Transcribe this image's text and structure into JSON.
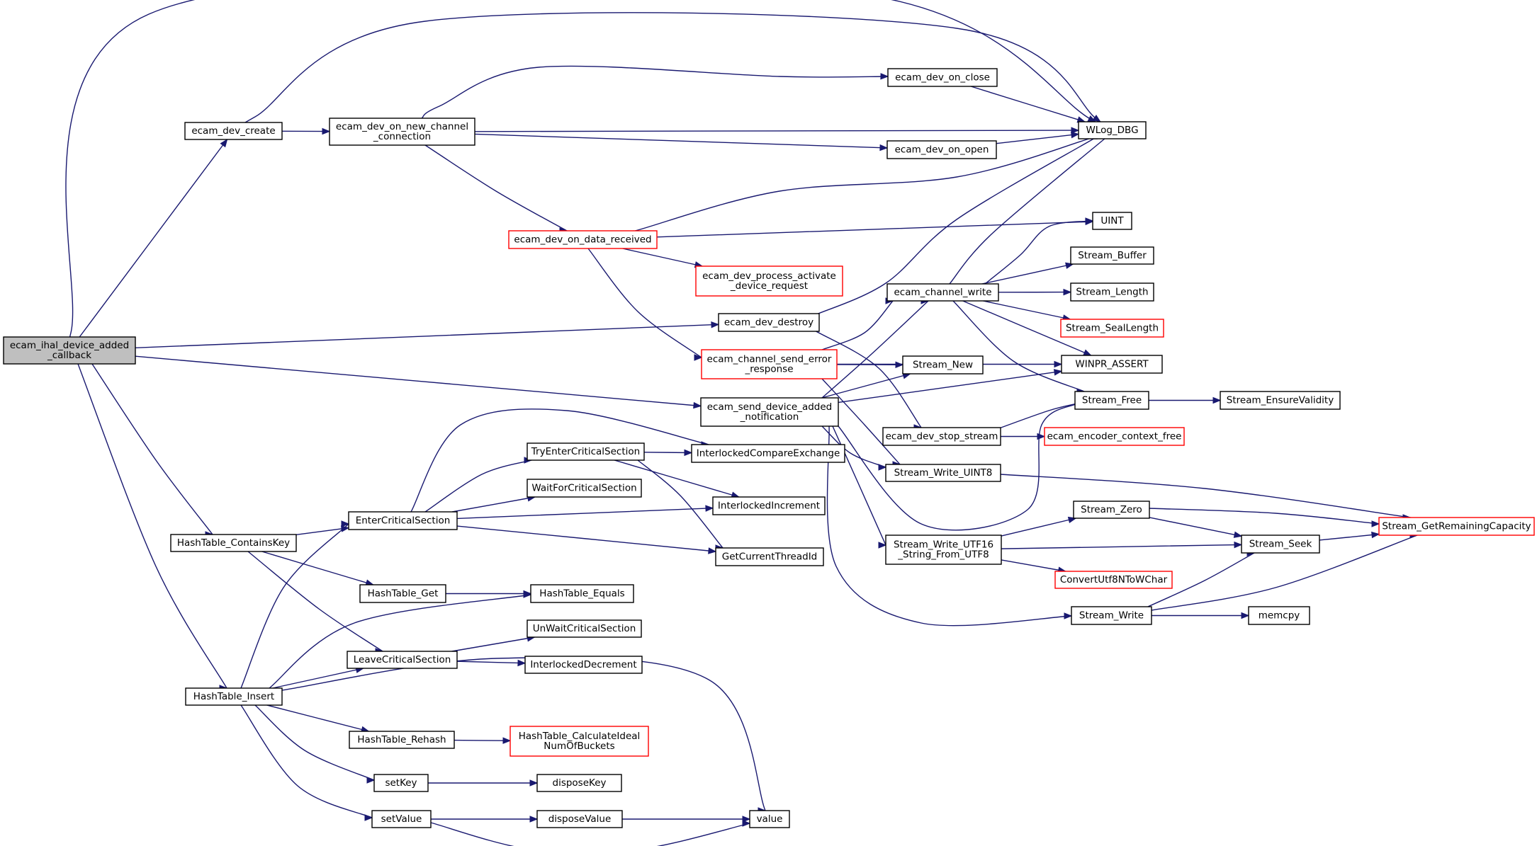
{
  "diagram": {
    "colors": {
      "edge": "#191970",
      "root_fill": "#bfbfbf",
      "node_border": "#000000",
      "truncated_border": "#ff0000"
    },
    "nodes": [
      {
        "id": "root",
        "lines": [
          "ecam_ihal_device_added",
          "_callback"
        ],
        "style": "root"
      },
      {
        "id": "dev_create",
        "lines": [
          "ecam_dev_create"
        ],
        "style": "normal"
      },
      {
        "id": "new_channel",
        "lines": [
          "ecam_dev_on_new_channel",
          "_connection"
        ],
        "style": "normal"
      },
      {
        "id": "on_close",
        "lines": [
          "ecam_dev_on_close"
        ],
        "style": "normal"
      },
      {
        "id": "on_open",
        "lines": [
          "ecam_dev_on_open"
        ],
        "style": "normal"
      },
      {
        "id": "wlog",
        "lines": [
          "WLog_DBG"
        ],
        "style": "normal"
      },
      {
        "id": "data_received",
        "lines": [
          "ecam_dev_on_data_received"
        ],
        "style": "truncated"
      },
      {
        "id": "uint",
        "lines": [
          "UINT"
        ],
        "style": "normal"
      },
      {
        "id": "process_activate",
        "lines": [
          "ecam_dev_process_activate",
          "_device_request"
        ],
        "style": "truncated"
      },
      {
        "id": "stream_buffer",
        "lines": [
          "Stream_Buffer"
        ],
        "style": "normal"
      },
      {
        "id": "channel_write",
        "lines": [
          "ecam_channel_write"
        ],
        "style": "normal"
      },
      {
        "id": "stream_length",
        "lines": [
          "Stream_Length"
        ],
        "style": "normal"
      },
      {
        "id": "dev_destroy",
        "lines": [
          "ecam_dev_destroy"
        ],
        "style": "normal"
      },
      {
        "id": "seal_length",
        "lines": [
          "Stream_SealLength"
        ],
        "style": "truncated"
      },
      {
        "id": "send_error",
        "lines": [
          "ecam_channel_send_error",
          "_response"
        ],
        "style": "truncated"
      },
      {
        "id": "stream_new",
        "lines": [
          "Stream_New"
        ],
        "style": "normal"
      },
      {
        "id": "winpr_assert",
        "lines": [
          "WINPR_ASSERT"
        ],
        "style": "normal"
      },
      {
        "id": "stream_free",
        "lines": [
          "Stream_Free"
        ],
        "style": "normal"
      },
      {
        "id": "ensure_validity",
        "lines": [
          "Stream_EnsureValidity"
        ],
        "style": "normal"
      },
      {
        "id": "send_added",
        "lines": [
          "ecam_send_device_added",
          "_notification"
        ],
        "style": "normal"
      },
      {
        "id": "stop_stream",
        "lines": [
          "ecam_dev_stop_stream"
        ],
        "style": "normal"
      },
      {
        "id": "encoder_free",
        "lines": [
          "ecam_encoder_context_free"
        ],
        "style": "truncated"
      },
      {
        "id": "try_enter",
        "lines": [
          "TryEnterCriticalSection"
        ],
        "style": "normal"
      },
      {
        "id": "ilk_cmpxchg",
        "lines": [
          "InterlockedCompareExchange"
        ],
        "style": "normal"
      },
      {
        "id": "write_uint8",
        "lines": [
          "Stream_Write_UINT8"
        ],
        "style": "normal"
      },
      {
        "id": "wait_cs",
        "lines": [
          "WaitForCriticalSection"
        ],
        "style": "normal"
      },
      {
        "id": "ilk_inc",
        "lines": [
          "InterlockedIncrement"
        ],
        "style": "normal"
      },
      {
        "id": "enter_cs",
        "lines": [
          "EnterCriticalSection"
        ],
        "style": "normal"
      },
      {
        "id": "stream_zero",
        "lines": [
          "Stream_Zero"
        ],
        "style": "normal"
      },
      {
        "id": "remaining_cap",
        "lines": [
          "Stream_GetRemainingCapacity"
        ],
        "style": "truncated"
      },
      {
        "id": "contains_key",
        "lines": [
          "HashTable_ContainsKey"
        ],
        "style": "normal"
      },
      {
        "id": "write_utf16",
        "lines": [
          "Stream_Write_UTF16",
          "_String_From_UTF8"
        ],
        "style": "normal"
      },
      {
        "id": "stream_seek",
        "lines": [
          "Stream_Seek"
        ],
        "style": "normal"
      },
      {
        "id": "get_thread",
        "lines": [
          "GetCurrentThreadId"
        ],
        "style": "normal"
      },
      {
        "id": "hash_get",
        "lines": [
          "HashTable_Get"
        ],
        "style": "normal"
      },
      {
        "id": "convert_utf8",
        "lines": [
          "ConvertUtf8NToWChar"
        ],
        "style": "truncated"
      },
      {
        "id": "hash_equals",
        "lines": [
          "HashTable_Equals"
        ],
        "style": "normal"
      },
      {
        "id": "stream_write",
        "lines": [
          "Stream_Write"
        ],
        "style": "normal"
      },
      {
        "id": "memcpy",
        "lines": [
          "memcpy"
        ],
        "style": "normal"
      },
      {
        "id": "unwait_cs",
        "lines": [
          "UnWaitCriticalSection"
        ],
        "style": "normal"
      },
      {
        "id": "leave_cs",
        "lines": [
          "LeaveCriticalSection"
        ],
        "style": "normal"
      },
      {
        "id": "ilk_dec",
        "lines": [
          "InterlockedDecrement"
        ],
        "style": "normal"
      },
      {
        "id": "hash_insert",
        "lines": [
          "HashTable_Insert"
        ],
        "style": "normal"
      },
      {
        "id": "rehash",
        "lines": [
          "HashTable_Rehash"
        ],
        "style": "normal"
      },
      {
        "id": "calc_buckets",
        "lines": [
          "HashTable_CalculateIdeal",
          "NumOfBuckets"
        ],
        "style": "truncated"
      },
      {
        "id": "set_key",
        "lines": [
          "setKey"
        ],
        "style": "normal"
      },
      {
        "id": "dispose_key",
        "lines": [
          "disposeKey"
        ],
        "style": "normal"
      },
      {
        "id": "set_value",
        "lines": [
          "setValue"
        ],
        "style": "normal"
      },
      {
        "id": "dispose_value",
        "lines": [
          "disposeValue"
        ],
        "style": "normal"
      },
      {
        "id": "value",
        "lines": [
          "value"
        ],
        "style": "normal"
      }
    ],
    "edges": [
      [
        "root",
        "wlog"
      ],
      [
        "root",
        "dev_create"
      ],
      [
        "root",
        "dev_destroy"
      ],
      [
        "root",
        "send_added"
      ],
      [
        "root",
        "contains_key"
      ],
      [
        "root",
        "hash_insert"
      ],
      [
        "dev_create",
        "wlog"
      ],
      [
        "dev_create",
        "new_channel"
      ],
      [
        "new_channel",
        "on_close"
      ],
      [
        "new_channel",
        "wlog"
      ],
      [
        "new_channel",
        "on_open"
      ],
      [
        "new_channel",
        "data_received"
      ],
      [
        "on_close",
        "wlog"
      ],
      [
        "on_open",
        "wlog"
      ],
      [
        "data_received",
        "wlog"
      ],
      [
        "data_received",
        "uint"
      ],
      [
        "data_received",
        "process_activate"
      ],
      [
        "data_received",
        "send_error"
      ],
      [
        "dev_destroy",
        "wlog"
      ],
      [
        "dev_destroy",
        "stop_stream"
      ],
      [
        "send_error",
        "channel_write"
      ],
      [
        "send_error",
        "stream_new"
      ],
      [
        "send_error",
        "winpr_assert"
      ],
      [
        "send_error",
        "write_uint8"
      ],
      [
        "channel_write",
        "wlog"
      ],
      [
        "channel_write",
        "uint"
      ],
      [
        "channel_write",
        "stream_buffer"
      ],
      [
        "channel_write",
        "stream_length"
      ],
      [
        "channel_write",
        "seal_length"
      ],
      [
        "channel_write",
        "winpr_assert"
      ],
      [
        "channel_write",
        "stream_free"
      ],
      [
        "send_added",
        "channel_write"
      ],
      [
        "send_added",
        "stream_new"
      ],
      [
        "send_added",
        "winpr_assert"
      ],
      [
        "send_added",
        "stream_free"
      ],
      [
        "send_added",
        "write_uint8"
      ],
      [
        "send_added",
        "write_utf16"
      ],
      [
        "send_added",
        "stream_write"
      ],
      [
        "stop_stream",
        "stream_free"
      ],
      [
        "stop_stream",
        "encoder_free"
      ],
      [
        "stream_free",
        "ensure_validity"
      ],
      [
        "write_uint8",
        "remaining_cap"
      ],
      [
        "write_utf16",
        "stream_zero"
      ],
      [
        "write_utf16",
        "stream_seek"
      ],
      [
        "write_utf16",
        "convert_utf8"
      ],
      [
        "stream_zero",
        "remaining_cap"
      ],
      [
        "stream_zero",
        "stream_seek"
      ],
      [
        "stream_seek",
        "remaining_cap"
      ],
      [
        "stream_write",
        "stream_seek"
      ],
      [
        "stream_write",
        "remaining_cap"
      ],
      [
        "stream_write",
        "memcpy"
      ],
      [
        "contains_key",
        "enter_cs"
      ],
      [
        "contains_key",
        "hash_get"
      ],
      [
        "contains_key",
        "leave_cs"
      ],
      [
        "hash_get",
        "hash_equals"
      ],
      [
        "enter_cs",
        "ilk_cmpxchg"
      ],
      [
        "enter_cs",
        "try_enter"
      ],
      [
        "enter_cs",
        "wait_cs"
      ],
      [
        "enter_cs",
        "ilk_inc"
      ],
      [
        "enter_cs",
        "get_thread"
      ],
      [
        "try_enter",
        "ilk_cmpxchg"
      ],
      [
        "try_enter",
        "ilk_inc"
      ],
      [
        "try_enter",
        "get_thread"
      ],
      [
        "leave_cs",
        "unwait_cs"
      ],
      [
        "leave_cs",
        "ilk_dec"
      ],
      [
        "hash_insert",
        "enter_cs"
      ],
      [
        "hash_insert",
        "hash_equals"
      ],
      [
        "hash_insert",
        "leave_cs"
      ],
      [
        "hash_insert",
        "value"
      ],
      [
        "hash_insert",
        "rehash"
      ],
      [
        "hash_insert",
        "set_key"
      ],
      [
        "hash_insert",
        "set_value"
      ],
      [
        "rehash",
        "calc_buckets"
      ],
      [
        "set_key",
        "dispose_key"
      ],
      [
        "set_value",
        "dispose_value"
      ],
      [
        "set_value",
        "value"
      ],
      [
        "dispose_value",
        "value"
      ]
    ]
  }
}
